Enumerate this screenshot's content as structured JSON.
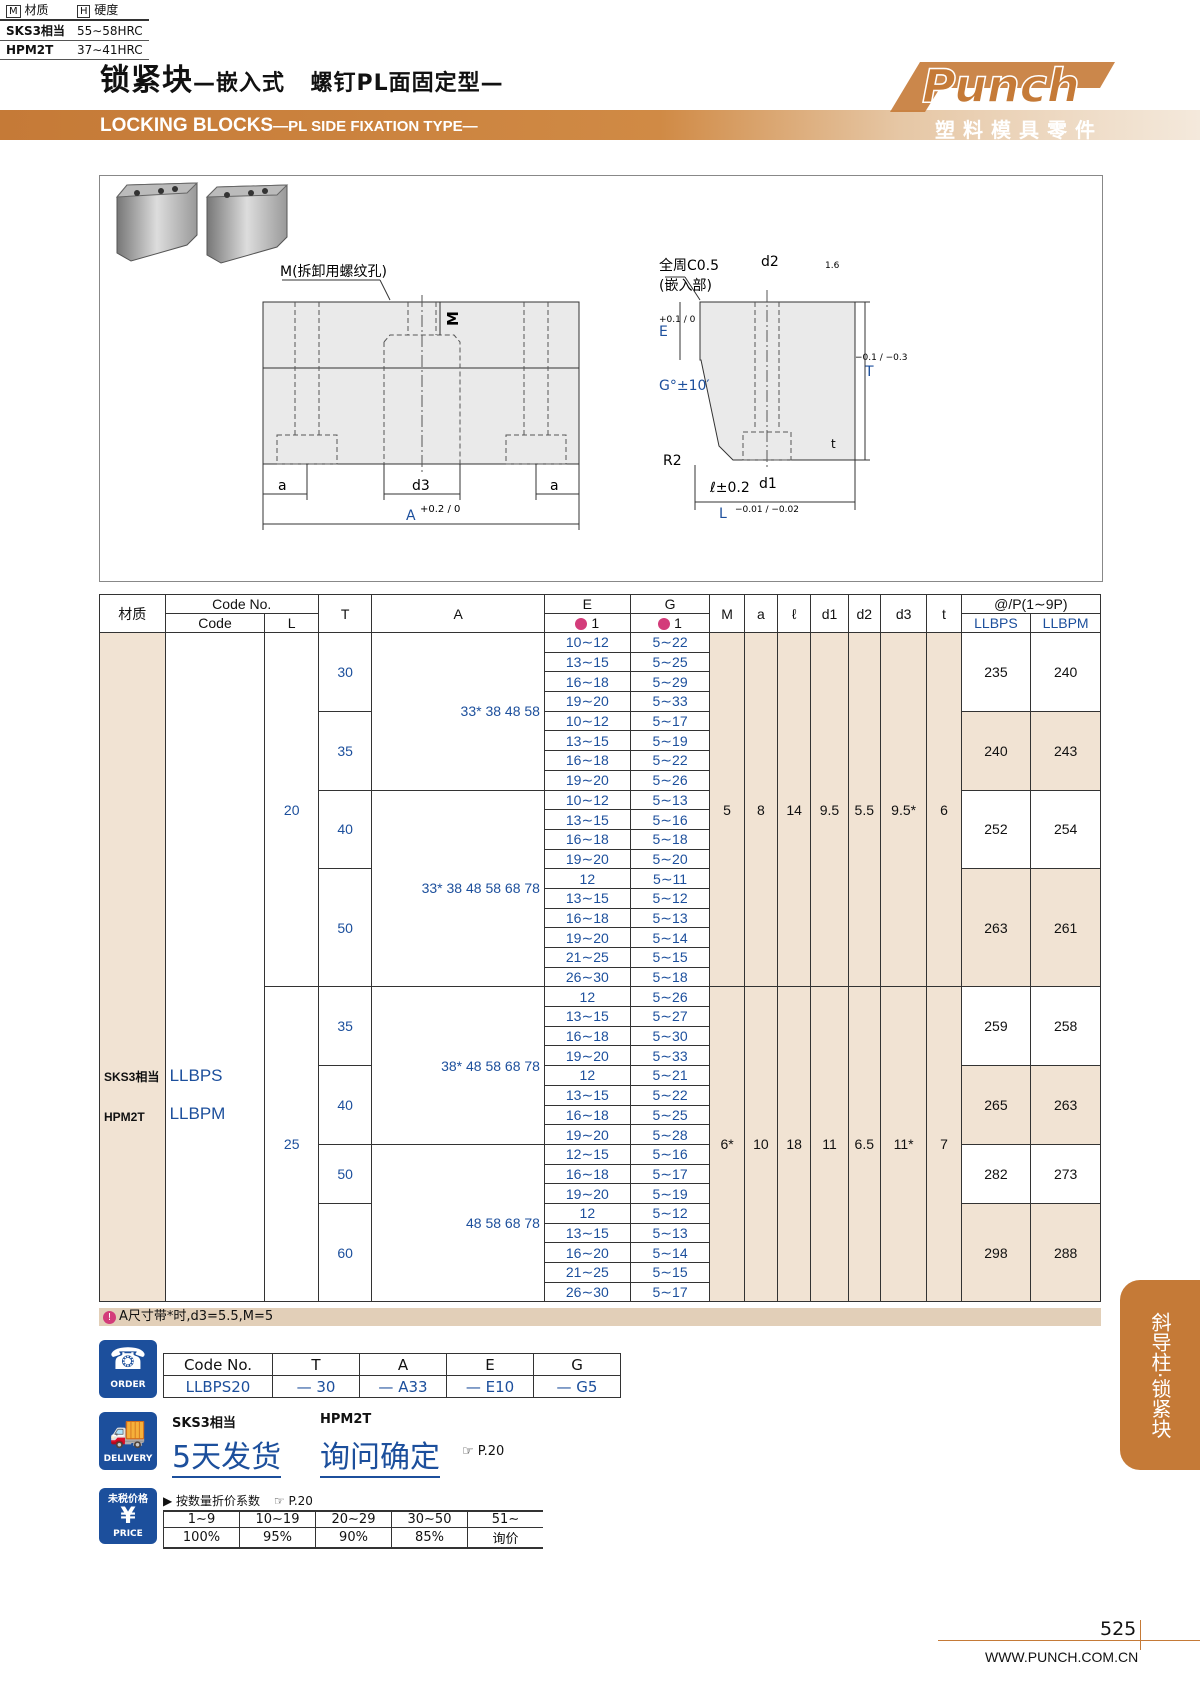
{
  "header": {
    "title_cn_main": "锁紧块",
    "title_cn_rest": "—嵌入式",
    "title_cn_type": "螺钉PL面固定型—",
    "title_en_main": "LOCKING BLOCKS",
    "title_en_rest": "—PL SIDE FIXATION TYPE—",
    "brand": "Punch",
    "brand_cn": "塑料模具零件"
  },
  "material_table": {
    "head_material": "材质",
    "head_hardness": "硬度",
    "head_m": "M",
    "head_h": "H",
    "rows": [
      {
        "material": "SKS3相当",
        "hardness": "55∼58HRC"
      },
      {
        "material": "HPM2T",
        "hardness": "37∼41HRC"
      }
    ]
  },
  "drawing": {
    "m_label": "M(拆卸用螺纹孔)",
    "m": "M",
    "a": "a",
    "d3": "d3",
    "A_label": "A",
    "A_tol": "+0.2 / 0",
    "chamfer": "全周C0.5",
    "embed": "(嵌入部)",
    "d2": "d2",
    "d1": "d1",
    "E": "E",
    "E_tol": "+0.1 / 0",
    "T": "T",
    "T_tol": "−0.1 / −0.3",
    "G": "G°±10′",
    "R2": "R2",
    "l": "ℓ±0.2",
    "L": "L",
    "L_tol": "−0.01 / −0.02",
    "t": "t",
    "rough": "1.6"
  },
  "table": {
    "headers": {
      "material": "材质",
      "code_no": "Code No.",
      "code": "Code",
      "L": "L",
      "T": "T",
      "A": "A",
      "E": "E",
      "G": "G",
      "E_sub": "1",
      "G_sub": "1",
      "M": "M",
      "a": "a",
      "l": "ℓ",
      "d1": "d1",
      "d2": "d2",
      "d3": "d3",
      "t": "t",
      "price": "@/P(1∼9P)",
      "llbps": "LLBPS",
      "llbpm": "LLBPM"
    },
    "materials": [
      "SKS3相当",
      "HPM2T"
    ],
    "codes": [
      "LLBPS",
      "LLBPM"
    ],
    "groups": [
      {
        "L": "20",
        "M": "5",
        "a": "8",
        "l": "14",
        "d1": "9.5",
        "d2": "5.5",
        "d3": "9.5*",
        "t": "6",
        "blocks": [
          {
            "T": "30",
            "A": "33* 38  48  58",
            "p1": "235",
            "p2": "240",
            "rows": [
              [
                "10∼12",
                "5∼22"
              ],
              [
                "13∼15",
                "5∼25"
              ],
              [
                "16∼18",
                "5∼29"
              ],
              [
                "19∼20",
                "5∼33"
              ]
            ]
          },
          {
            "T": "35",
            "A": "",
            "p1": "240",
            "p2": "243",
            "rows": [
              [
                "10∼12",
                "5∼17"
              ],
              [
                "13∼15",
                "5∼19"
              ],
              [
                "16∼18",
                "5∼22"
              ],
              [
                "19∼20",
                "5∼26"
              ]
            ]
          },
          {
            "T": "40",
            "A": "33* 38  48  58  68  78",
            "p1": "252",
            "p2": "254",
            "rows": [
              [
                "10∼12",
                "5∼13"
              ],
              [
                "13∼15",
                "5∼16"
              ],
              [
                "16∼18",
                "5∼18"
              ],
              [
                "19∼20",
                "5∼20"
              ]
            ]
          },
          {
            "T": "50",
            "A": "",
            "p1": "263",
            "p2": "261",
            "rows": [
              [
                "12",
                "5∼11"
              ],
              [
                "13∼15",
                "5∼12"
              ],
              [
                "16∼18",
                "5∼13"
              ],
              [
                "19∼20",
                "5∼14"
              ],
              [
                "21∼25",
                "5∼15"
              ],
              [
                "26∼30",
                "5∼18"
              ]
            ]
          }
        ]
      },
      {
        "L": "25",
        "M": "6*",
        "a": "10",
        "l": "18",
        "d1": "11",
        "d2": "6.5",
        "d3": "11*",
        "t": "7",
        "blocks": [
          {
            "T": "35",
            "A": "38*  48  58  68  78",
            "p1": "259",
            "p2": "258",
            "rows": [
              [
                "12",
                "5∼26"
              ],
              [
                "13∼15",
                "5∼27"
              ],
              [
                "16∼18",
                "5∼30"
              ],
              [
                "19∼20",
                "5∼33"
              ]
            ]
          },
          {
            "T": "40",
            "A": "",
            "p1": "265",
            "p2": "263",
            "rows": [
              [
                "12",
                "5∼21"
              ],
              [
                "13∼15",
                "5∼22"
              ],
              [
                "16∼18",
                "5∼25"
              ],
              [
                "19∼20",
                "5∼28"
              ]
            ]
          },
          {
            "T": "50",
            "A": "48  58  68  78",
            "p1": "282",
            "p2": "273",
            "rows": [
              [
                "12∼15",
                "5∼16"
              ],
              [
                "16∼18",
                "5∼17"
              ],
              [
                "19∼20",
                "5∼19"
              ]
            ]
          },
          {
            "T": "60",
            "A": "",
            "p1": "298",
            "p2": "288",
            "rows": [
              [
                "12",
                "5∼12"
              ],
              [
                "13∼15",
                "5∼13"
              ],
              [
                "16∼20",
                "5∼14"
              ],
              [
                "21∼25",
                "5∼15"
              ],
              [
                "26∼30",
                "5∼17"
              ]
            ]
          }
        ]
      }
    ],
    "note": "A尺寸带*时,d3=5.5,M=5"
  },
  "side_tab": "斜导柱·锁紧块",
  "order": {
    "icon_label": "ORDER",
    "headers": [
      "Code No.",
      "T",
      "A",
      "E",
      "G"
    ],
    "values": [
      "LLBPS20",
      "30",
      "A33",
      "E10",
      "G5"
    ],
    "dash": "—"
  },
  "delivery": {
    "icon_label": "DELIVERY",
    "mat1": "SKS3相当",
    "mat2": "HPM2T",
    "days": "5天发货",
    "inquire": "询问确定",
    "ref": "P.20"
  },
  "price": {
    "icon_top": "未税价格",
    "icon_label": "PRICE",
    "title": "▶ 按数量折价系数",
    "ref": "P.20",
    "qty": [
      "1∼9",
      "10∼19",
      "20∼29",
      "30∼50",
      "51∼"
    ],
    "rate": [
      "100%",
      "95%",
      "90%",
      "85%",
      "询价"
    ]
  },
  "footer": {
    "page": "525",
    "url": "WWW.PUNCH.COM.CN"
  }
}
